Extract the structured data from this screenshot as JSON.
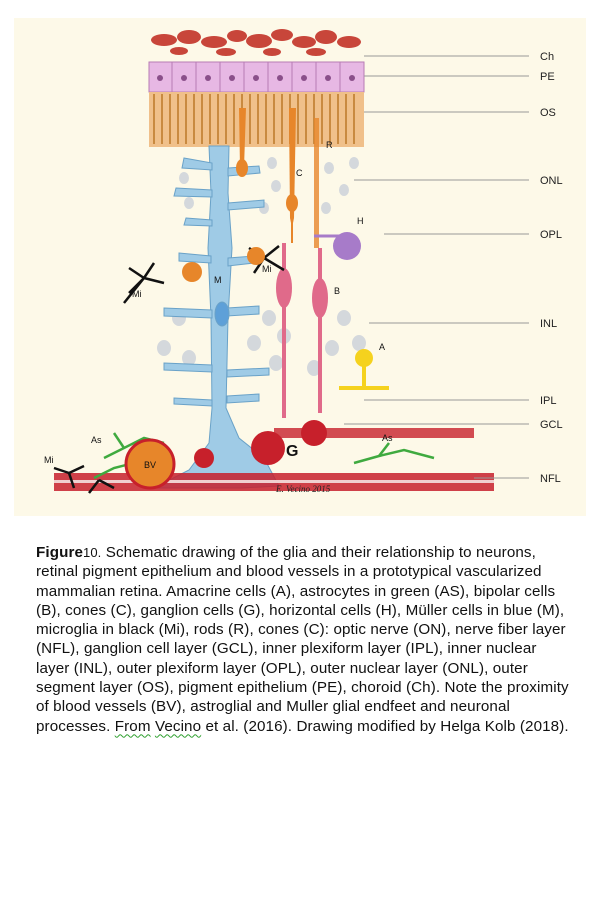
{
  "diagram": {
    "layer_labels": [
      {
        "id": "ch",
        "text": "Ch"
      },
      {
        "id": "pe",
        "text": "PE"
      },
      {
        "id": "os",
        "text": "OS"
      },
      {
        "id": "onl",
        "text": "ONL"
      },
      {
        "id": "opl",
        "text": "OPL"
      },
      {
        "id": "inl",
        "text": "INL"
      },
      {
        "id": "ipl",
        "text": "IPL"
      },
      {
        "id": "gcl",
        "text": "GCL"
      },
      {
        "id": "nfl",
        "text": "NFL"
      }
    ],
    "cell_labels": {
      "rod": "R",
      "cone": "C",
      "horizontal": "H",
      "muller": "M",
      "microglia_left": "Mi",
      "microglia_right": "Mi",
      "bipolar": "B",
      "amacrine": "A",
      "astrocyte_left": "As",
      "astrocyte_right": "As",
      "microglia_bottom": "Mi",
      "blood_vessel": "BV",
      "ganglion": "G"
    },
    "signature": "E. Vecino 2015",
    "colors": {
      "choroid": "#c8463a",
      "pigment_epithelium": "#e7b8e4",
      "outer_segments": "#f0c08a",
      "muller_glia": "#9fcbe6",
      "astrocytes": "#3faa3f",
      "microglia": "#111111",
      "bipolar": "#e06a8a",
      "cone": "#e7862a",
      "amacrine": "#f5d21e",
      "horizontal": "#a77bc9",
      "blood": "#c7202b"
    }
  },
  "caption": {
    "label": "Figure",
    "number": "10.",
    "text_1": " Schematic drawing of the glia and their relationship to neurons, retinal pigment epithelium and blood vessels in a prototypical vascularized mammalian retina. Amacrine cells (A), astrocytes in green (AS), bipolar cells (B), cones (C), ganglion cells (G), horizontal cells (H), Müller cells in blue (M), microglia in ",
    "black_word": "black",
    "text_2": " (Mi), rods (R), cones (C): optic nerve (ON), nerve fiber layer (NFL), ganglion cell layer (GCL), inner plexiform layer (IPL), inner nuclear layer (INL), outer plexiform layer (OPL), outer nuclear layer (ONL), outer segment layer (OS), pigment epithelium (PE), choroid (Ch). Note the proximity of blood vessels (BV), astroglial and Muller glial endfeet and neuronal processes. ",
    "ref_word_1": "From",
    "text_3": " ",
    "ref_word_2": "Vecino",
    "text_4": " et al. (2016).",
    "text_5": " Drawing modified by Helga Kolb (2018)."
  }
}
